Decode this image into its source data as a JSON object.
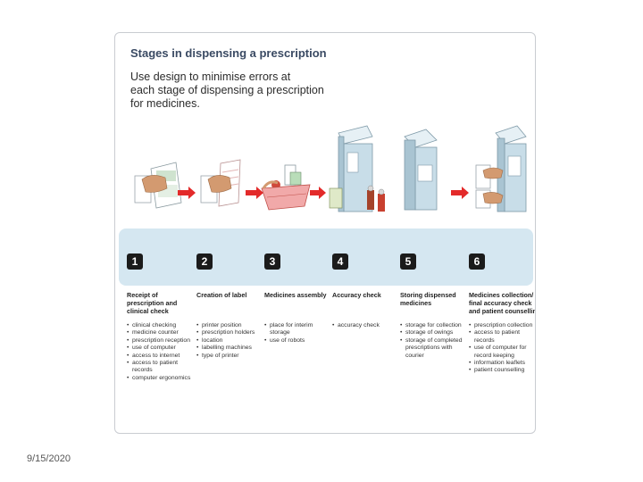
{
  "diagram": {
    "title": "Stages in dispensing a prescription",
    "subtitle_lines": [
      "Use design to minimise errors at",
      "each stage of dispensing a prescription",
      "for medicines."
    ],
    "stages": [
      {
        "number": "1",
        "title_lines": [
          "Receipt of",
          "prescription and",
          "clinical check"
        ],
        "items": [
          "clinical checking",
          "medicine counter",
          "prescription reception",
          "use of computer",
          "access to internet",
          "access to patient records",
          "computer ergonomics"
        ]
      },
      {
        "number": "2",
        "title_lines": [
          "Creation of label"
        ],
        "items": [
          "printer position",
          "prescription holders",
          "location",
          "labelling machines",
          "type of printer"
        ]
      },
      {
        "number": "3",
        "title_lines": [
          "Medicines assembly"
        ],
        "items": [
          "place for interim storage",
          "use of robots"
        ]
      },
      {
        "number": "4",
        "title_lines": [
          "Accuracy check"
        ],
        "items": [
          "accuracy check"
        ]
      },
      {
        "number": "5",
        "title_lines": [
          "Storing dispensed",
          "medicines"
        ],
        "items": [
          "storage for collection",
          "storage of owings",
          "storage of completed prescriptions with courier"
        ]
      },
      {
        "number": "6",
        "title_lines": [
          "Medicines collection/",
          "final accuracy check",
          "and patient counselling"
        ],
        "items": [
          "prescription collection",
          "access to patient records",
          "use of computer for record keeping",
          "information leaflets",
          "patient counselling"
        ]
      }
    ],
    "colors": {
      "arrow": "#e32a2a",
      "band": "#d5e7f1",
      "title": "#3a4a63",
      "cabinet": "#c8dde8",
      "hand": "#d39a70",
      "sleeve": "#ffffff"
    }
  },
  "footer": {
    "date": "9/15/2020"
  }
}
